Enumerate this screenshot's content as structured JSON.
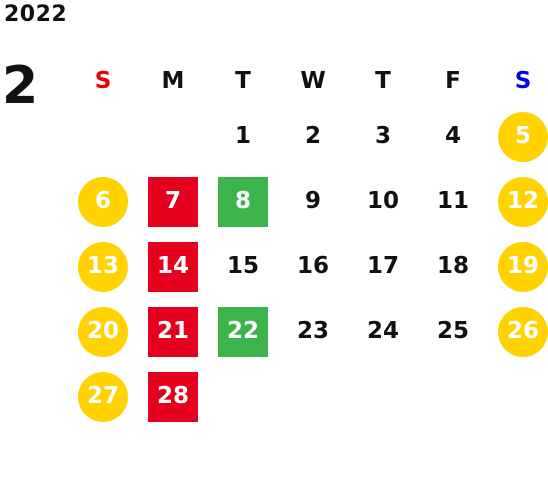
{
  "calendar": {
    "year": "2022",
    "month": "2",
    "weekdays": [
      "S",
      "M",
      "T",
      "W",
      "T",
      "F",
      "S"
    ],
    "colors": {
      "weekend": "#ffd200",
      "closed": "#e60020",
      "special": "#3cb44b",
      "sunday_header": "#ee0000",
      "saturday_header": "#0000ee"
    },
    "weeks": [
      [
        {
          "d": ""
        },
        {
          "d": ""
        },
        {
          "d": "1"
        },
        {
          "d": "2"
        },
        {
          "d": "3"
        },
        {
          "d": "4"
        },
        {
          "d": "5",
          "type": "weekend"
        }
      ],
      [
        {
          "d": "6",
          "type": "weekend"
        },
        {
          "d": "7",
          "type": "closed"
        },
        {
          "d": "8",
          "type": "special"
        },
        {
          "d": "9"
        },
        {
          "d": "10"
        },
        {
          "d": "11"
        },
        {
          "d": "12",
          "type": "weekend"
        }
      ],
      [
        {
          "d": "13",
          "type": "weekend"
        },
        {
          "d": "14",
          "type": "closed"
        },
        {
          "d": "15"
        },
        {
          "d": "16"
        },
        {
          "d": "17"
        },
        {
          "d": "18"
        },
        {
          "d": "19",
          "type": "weekend"
        }
      ],
      [
        {
          "d": "20",
          "type": "weekend"
        },
        {
          "d": "21",
          "type": "closed"
        },
        {
          "d": "22",
          "type": "special"
        },
        {
          "d": "23"
        },
        {
          "d": "24"
        },
        {
          "d": "25"
        },
        {
          "d": "26",
          "type": "weekend"
        }
      ],
      [
        {
          "d": "27",
          "type": "weekend"
        },
        {
          "d": "28",
          "type": "closed"
        },
        {
          "d": ""
        },
        {
          "d": ""
        },
        {
          "d": ""
        },
        {
          "d": ""
        },
        {
          "d": ""
        }
      ]
    ]
  }
}
